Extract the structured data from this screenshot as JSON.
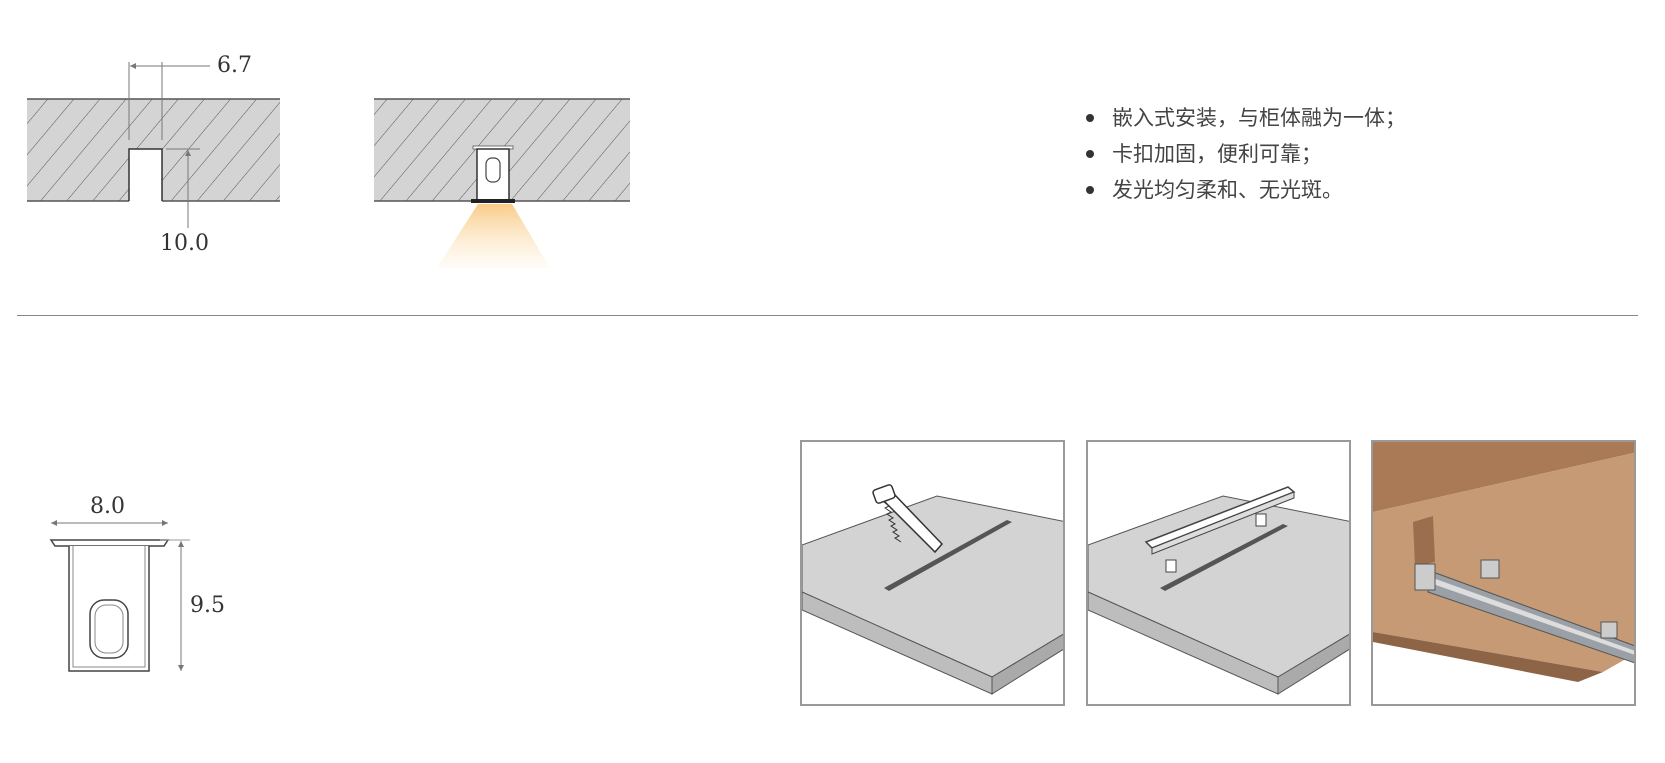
{
  "groove_diagram": {
    "width_label": "6.7",
    "depth_label": "10.0"
  },
  "features": [
    "嵌入式安装，与柜体融为一体；",
    "卡扣加固，便利可靠；",
    "发光均匀柔和、无光斑。"
  ],
  "profile": {
    "width_label": "8.0",
    "height_label": "9.5"
  },
  "colors": {
    "hatch_fill": "#d4d4d4",
    "wood": "#b98a63",
    "light": "#fbd9a0",
    "panel_border": "#999999"
  }
}
